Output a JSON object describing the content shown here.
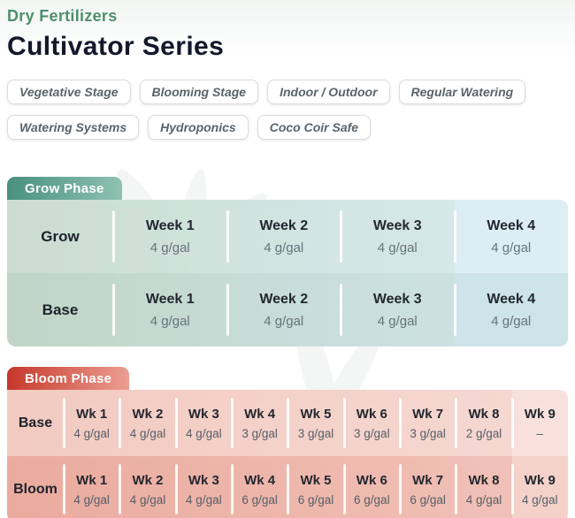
{
  "header": {
    "category": "Dry Fertilizers",
    "title": "Cultivator Series"
  },
  "tags": [
    {
      "label": "Vegetative Stage"
    },
    {
      "label": "Blooming Stage"
    },
    {
      "label": "Indoor / Outdoor"
    },
    {
      "label": "Regular Watering"
    },
    {
      "label": "Watering Systems"
    },
    {
      "label": "Hydroponics"
    },
    {
      "label": "Coco Coir Safe"
    }
  ],
  "grow": {
    "tab_label": "Grow Phase",
    "rows": [
      {
        "label": "Grow",
        "cells": [
          {
            "week": "Week 1",
            "value": "4 g/gal"
          },
          {
            "week": "Week 2",
            "value": "4 g/gal"
          },
          {
            "week": "Week 3",
            "value": "4 g/gal"
          },
          {
            "week": "Week 4",
            "value": "4 g/gal"
          }
        ]
      },
      {
        "label": "Base",
        "cells": [
          {
            "week": "Week 1",
            "value": "4 g/gal"
          },
          {
            "week": "Week 2",
            "value": "4 g/gal"
          },
          {
            "week": "Week 3",
            "value": "4 g/gal"
          },
          {
            "week": "Week 4",
            "value": "4 g/gal"
          }
        ]
      }
    ]
  },
  "bloom": {
    "tab_label": "Bloom Phase",
    "rows": [
      {
        "label": "Base",
        "cells": [
          {
            "week": "Wk 1",
            "value": "4 g/gal"
          },
          {
            "week": "Wk 2",
            "value": "4 g/gal"
          },
          {
            "week": "Wk 3",
            "value": "4 g/gal"
          },
          {
            "week": "Wk 4",
            "value": "3 g/gal"
          },
          {
            "week": "Wk 5",
            "value": "3 g/gal"
          },
          {
            "week": "Wk 6",
            "value": "3 g/gal"
          },
          {
            "week": "Wk 7",
            "value": "3 g/gal"
          },
          {
            "week": "Wk 8",
            "value": "2 g/gal"
          },
          {
            "week": "Wk 9",
            "value": "–"
          }
        ]
      },
      {
        "label": "Bloom",
        "cells": [
          {
            "week": "Wk 1",
            "value": "4 g/gal"
          },
          {
            "week": "Wk 2",
            "value": "4 g/gal"
          },
          {
            "week": "Wk 3",
            "value": "4 g/gal"
          },
          {
            "week": "Wk 4",
            "value": "6 g/gal"
          },
          {
            "week": "Wk 5",
            "value": "6 g/gal"
          },
          {
            "week": "Wk 6",
            "value": "6 g/gal"
          },
          {
            "week": "Wk 7",
            "value": "6 g/gal"
          },
          {
            "week": "Wk 8",
            "value": "4 g/gal"
          },
          {
            "week": "Wk 9",
            "value": "4 g/gal"
          }
        ]
      }
    ]
  },
  "colors": {
    "brand_green": "#4f8f6e",
    "title_dark": "#14182b",
    "grow_tab_gradient": [
      "#48907f",
      "#8fc2b1"
    ],
    "bloom_tab_gradient": [
      "#c6382b",
      "#eb9e91"
    ]
  }
}
